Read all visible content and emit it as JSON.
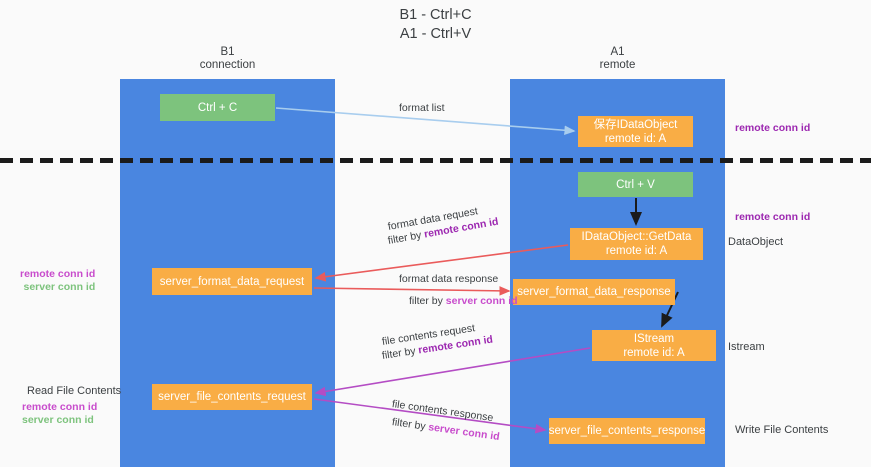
{
  "title": {
    "line1": "B1 - Ctrl+C",
    "line2": "A1 - Ctrl+V"
  },
  "lanes": [
    {
      "name": "B1",
      "sub": "connection"
    },
    {
      "name": "A1",
      "sub": "remote"
    }
  ],
  "nodes": {
    "ctrl_c": {
      "label": "Ctrl + C",
      "color": "#7dc37d"
    },
    "save_idataobject": {
      "line1": "保存IDataObject",
      "line2": "remote id: A",
      "color": "#f9ad45"
    },
    "ctrl_v": {
      "label": "Ctrl + V",
      "color": "#7dc37d"
    },
    "get_data": {
      "line1": "IDataObject::GetData",
      "line2": "remote id: A",
      "color": "#f9ad45"
    },
    "server_format_data_request": {
      "label": "server_format_data_request",
      "color": "#f9ad45"
    },
    "server_format_data_response": {
      "label": "server_format_data_response",
      "color": "#f9ad45"
    },
    "istream": {
      "line1": "IStream",
      "line2": "remote id: A",
      "color": "#f9ad45"
    },
    "server_file_contents_request": {
      "label": "server_file_contents_request",
      "color": "#f9ad45"
    },
    "server_file_contents_response": {
      "label": "server_file_contents_response",
      "color": "#f9ad45"
    }
  },
  "edges": {
    "format_list": {
      "label": "format list"
    },
    "format_data_request": {
      "line1": "format data request",
      "filter_prefix": "filter by ",
      "filter_key": "remote conn id"
    },
    "format_data_response": {
      "line1": "format data response",
      "filter_prefix": "filter by ",
      "filter_key": "server conn id"
    },
    "file_contents_request": {
      "line1": "file contents request",
      "filter_prefix": "filter by ",
      "filter_key": "remote conn id"
    },
    "file_contents_response": {
      "line1": "file contents response",
      "filter_prefix": "filter by ",
      "filter_key": "server conn id"
    }
  },
  "annotations": {
    "remote_conn_id_top": "remote conn id",
    "remote_conn_id_mid": "remote conn id",
    "dataobject": "DataObject",
    "istream": "Istream",
    "write_file_contents": "Write File Contents",
    "read_file_contents": "Read File Contents",
    "left_mid_remote": "remote conn id",
    "left_mid_server": "server conn id",
    "left_bottom_remote": "remote conn id",
    "left_bottom_server": "server conn id"
  },
  "colors": {
    "lane": "#4a86e0",
    "green_node": "#7dc37d",
    "orange_node": "#f9ad45",
    "purple": "#9c27b0",
    "magenta": "#c84ccc",
    "arrow_blue": "#a8cdee",
    "arrow_red": "#ea5b5b",
    "arrow_black": "#1b1b1b",
    "background": "#fafafa"
  }
}
